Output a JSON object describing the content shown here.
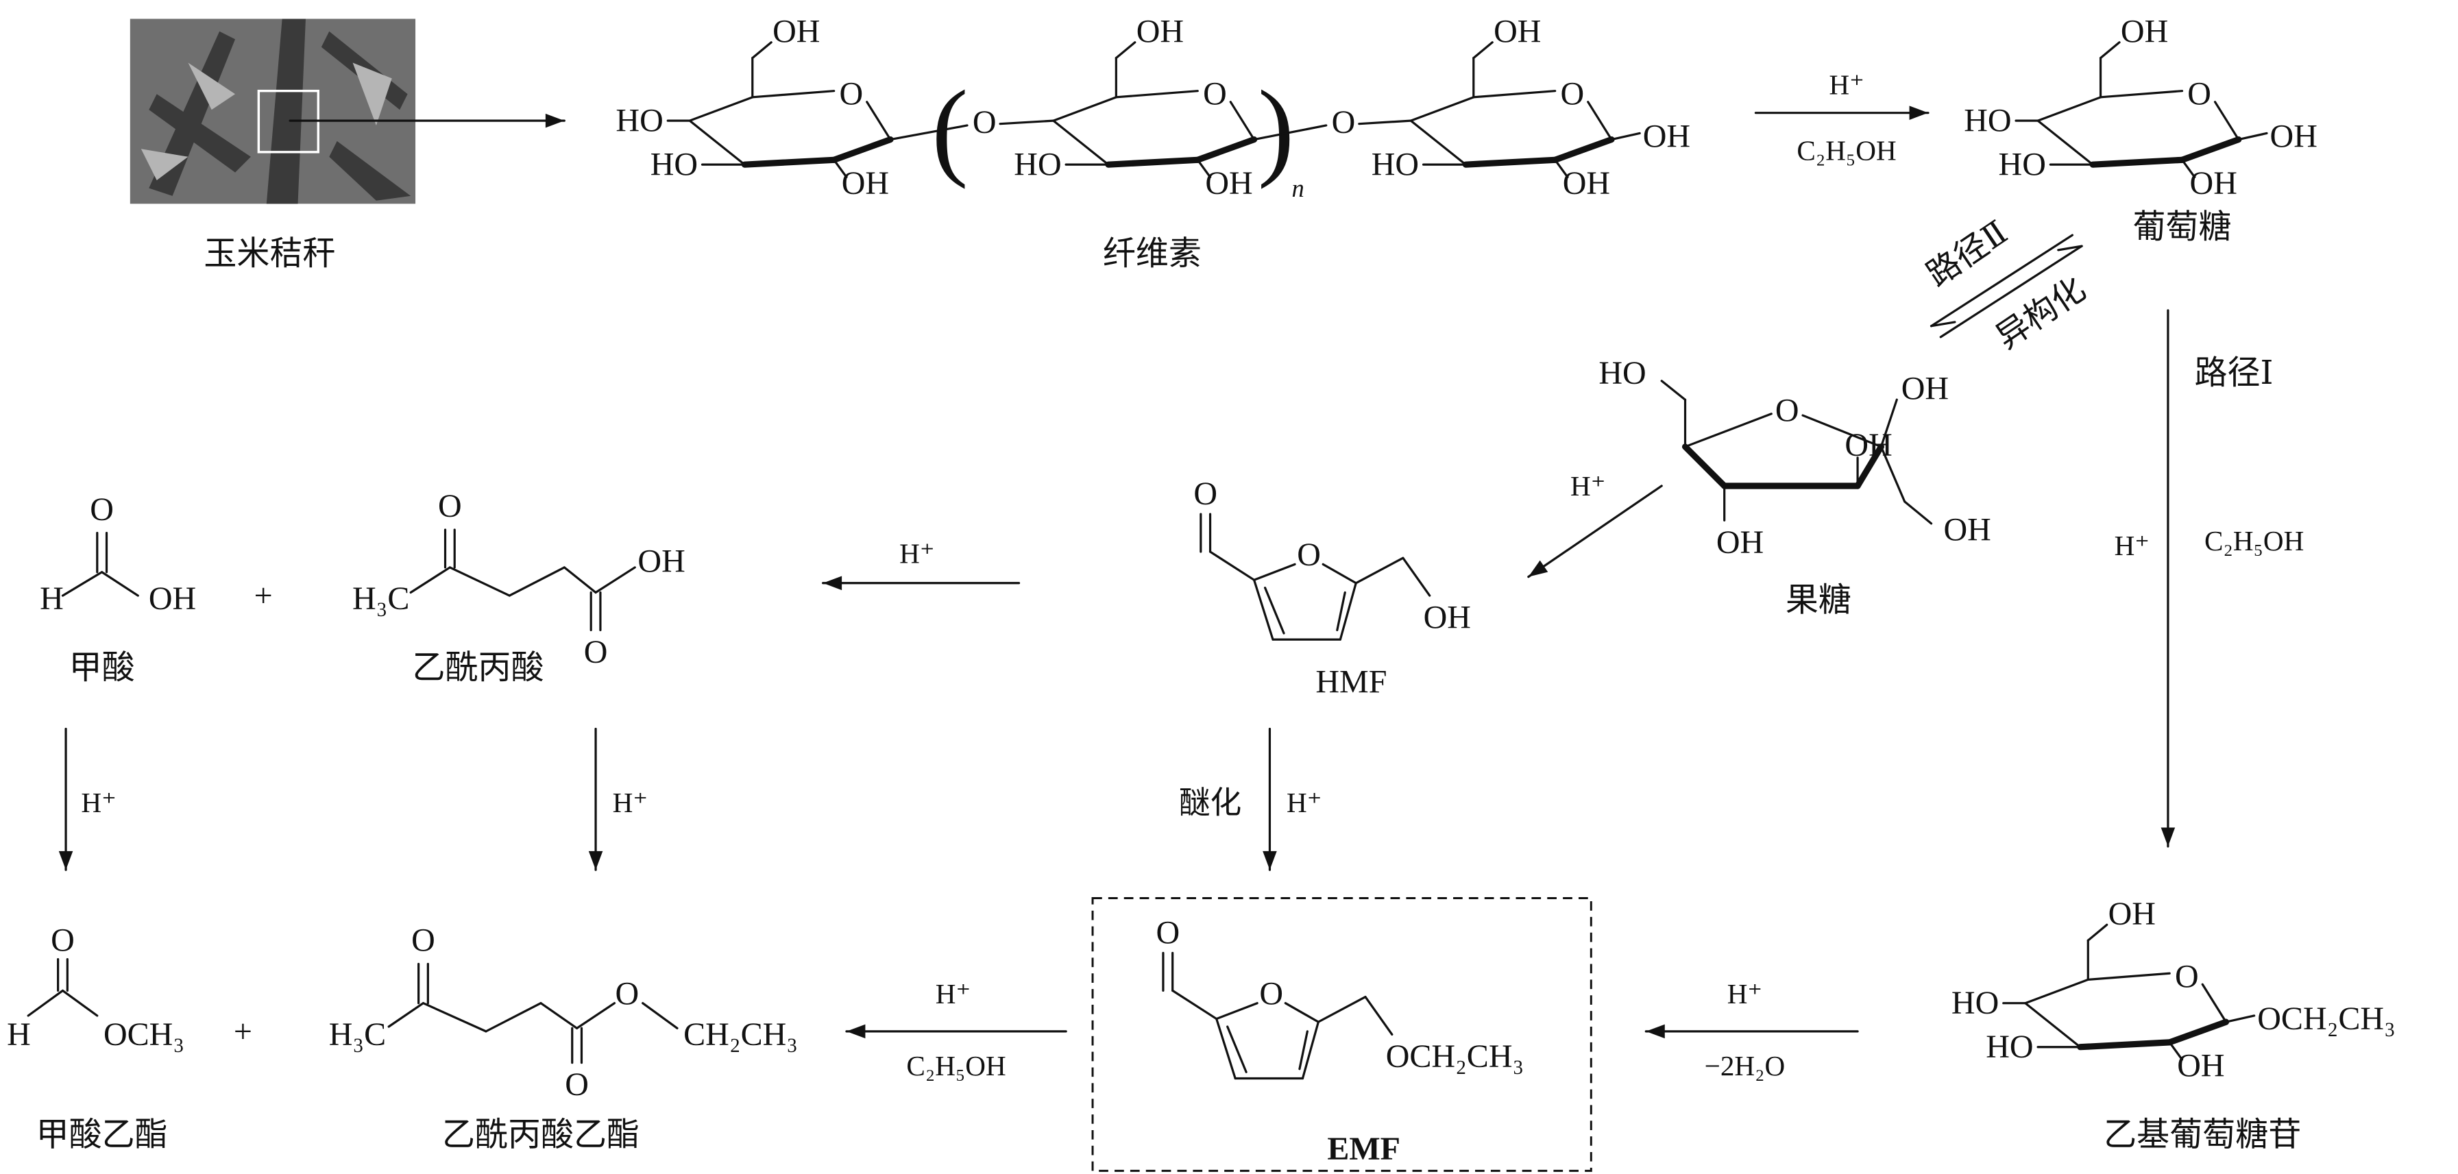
{
  "labels": {
    "corn_stalk": "玉米秸秆",
    "cellulose": "纤维素",
    "glucose": "葡萄糖",
    "fructose": "果糖",
    "hmf": "HMF",
    "emf": "EMF",
    "formic_acid": "甲酸",
    "levulinic_acid": "乙酰丙酸",
    "ethyl_formate": "甲酸乙酯",
    "ethyl_levulinate": "乙酰丙酸乙酯",
    "ethyl_glucoside": "乙基葡萄糖苷"
  },
  "conditions": {
    "h_plus": "H⁺",
    "ethanol": "C₂H₅OH",
    "route1": "路径Ⅰ",
    "route2": "路径Ⅱ",
    "isomerization": "异构化",
    "etherification": "醚化",
    "minus_water": "−2H₂O"
  },
  "atoms": {
    "OH": "OH",
    "HO": "HO",
    "O": "O",
    "H": "H",
    "H3C": "H₃C",
    "OCH3": "OCH₃",
    "CH2CH3": "CH₂CH₃",
    "OCH2CH3": "OCH₂CH₃",
    "n": "n",
    "plus": "+",
    "lparen": "(",
    "rparen": ")"
  }
}
